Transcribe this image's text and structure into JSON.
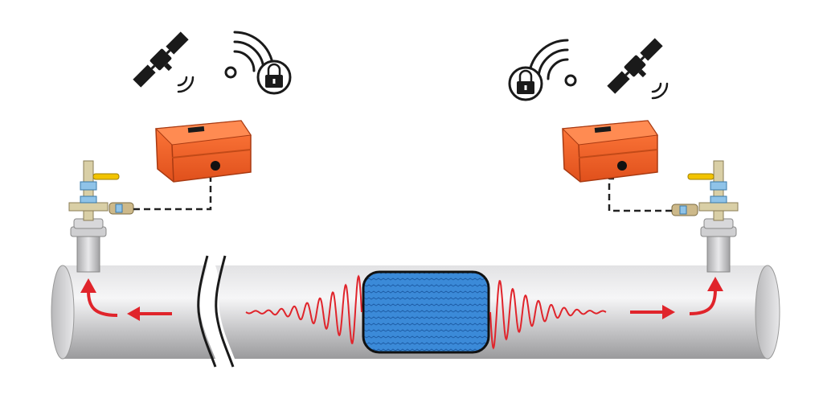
{
  "diagram": {
    "subject": "pipeline-leak-detection",
    "stations": [
      {
        "id": "left-station",
        "side": "left",
        "icons": [
          "satellite-icon",
          "secure-wifi-icon"
        ],
        "logger": "orange-case",
        "flow_arrows": [
          "up",
          "left"
        ]
      },
      {
        "id": "right-station",
        "side": "right",
        "icons": [
          "secure-wifi-icon",
          "satellite-icon"
        ],
        "logger": "orange-case",
        "flow_arrows": [
          "right",
          "up"
        ]
      }
    ],
    "leak_zone": {
      "pattern": "wavy-water"
    },
    "signal_waves": {
      "color": "#e0242b"
    },
    "colors": {
      "pipe": "#c9c9cb",
      "logger_case": "#f0642a",
      "leak_fill": "#3b8ad8",
      "arrow": "#e0242b",
      "valve_handle": "#f2c300",
      "icon": "#1a1a1a"
    }
  }
}
